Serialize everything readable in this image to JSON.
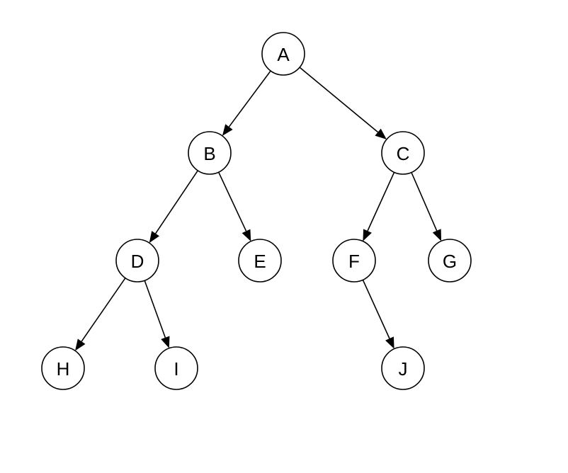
{
  "colors": {
    "background": "#ffffff",
    "stroke": "#000000",
    "node_fill": "#ffffff",
    "text": "#000000"
  },
  "tree": {
    "nodes": [
      {
        "id": "A",
        "label": "A"
      },
      {
        "id": "B",
        "label": "B"
      },
      {
        "id": "C",
        "label": "C"
      },
      {
        "id": "D",
        "label": "D"
      },
      {
        "id": "E",
        "label": "E"
      },
      {
        "id": "F",
        "label": "F"
      },
      {
        "id": "G",
        "label": "G"
      },
      {
        "id": "H",
        "label": "H"
      },
      {
        "id": "I",
        "label": "I"
      },
      {
        "id": "J",
        "label": "J"
      }
    ],
    "edges": [
      {
        "from": "A",
        "to": "B"
      },
      {
        "from": "A",
        "to": "C"
      },
      {
        "from": "B",
        "to": "D"
      },
      {
        "from": "B",
        "to": "E"
      },
      {
        "from": "C",
        "to": "F"
      },
      {
        "from": "C",
        "to": "G"
      },
      {
        "from": "D",
        "to": "H"
      },
      {
        "from": "D",
        "to": "I"
      },
      {
        "from": "F",
        "to": "J"
      }
    ]
  }
}
